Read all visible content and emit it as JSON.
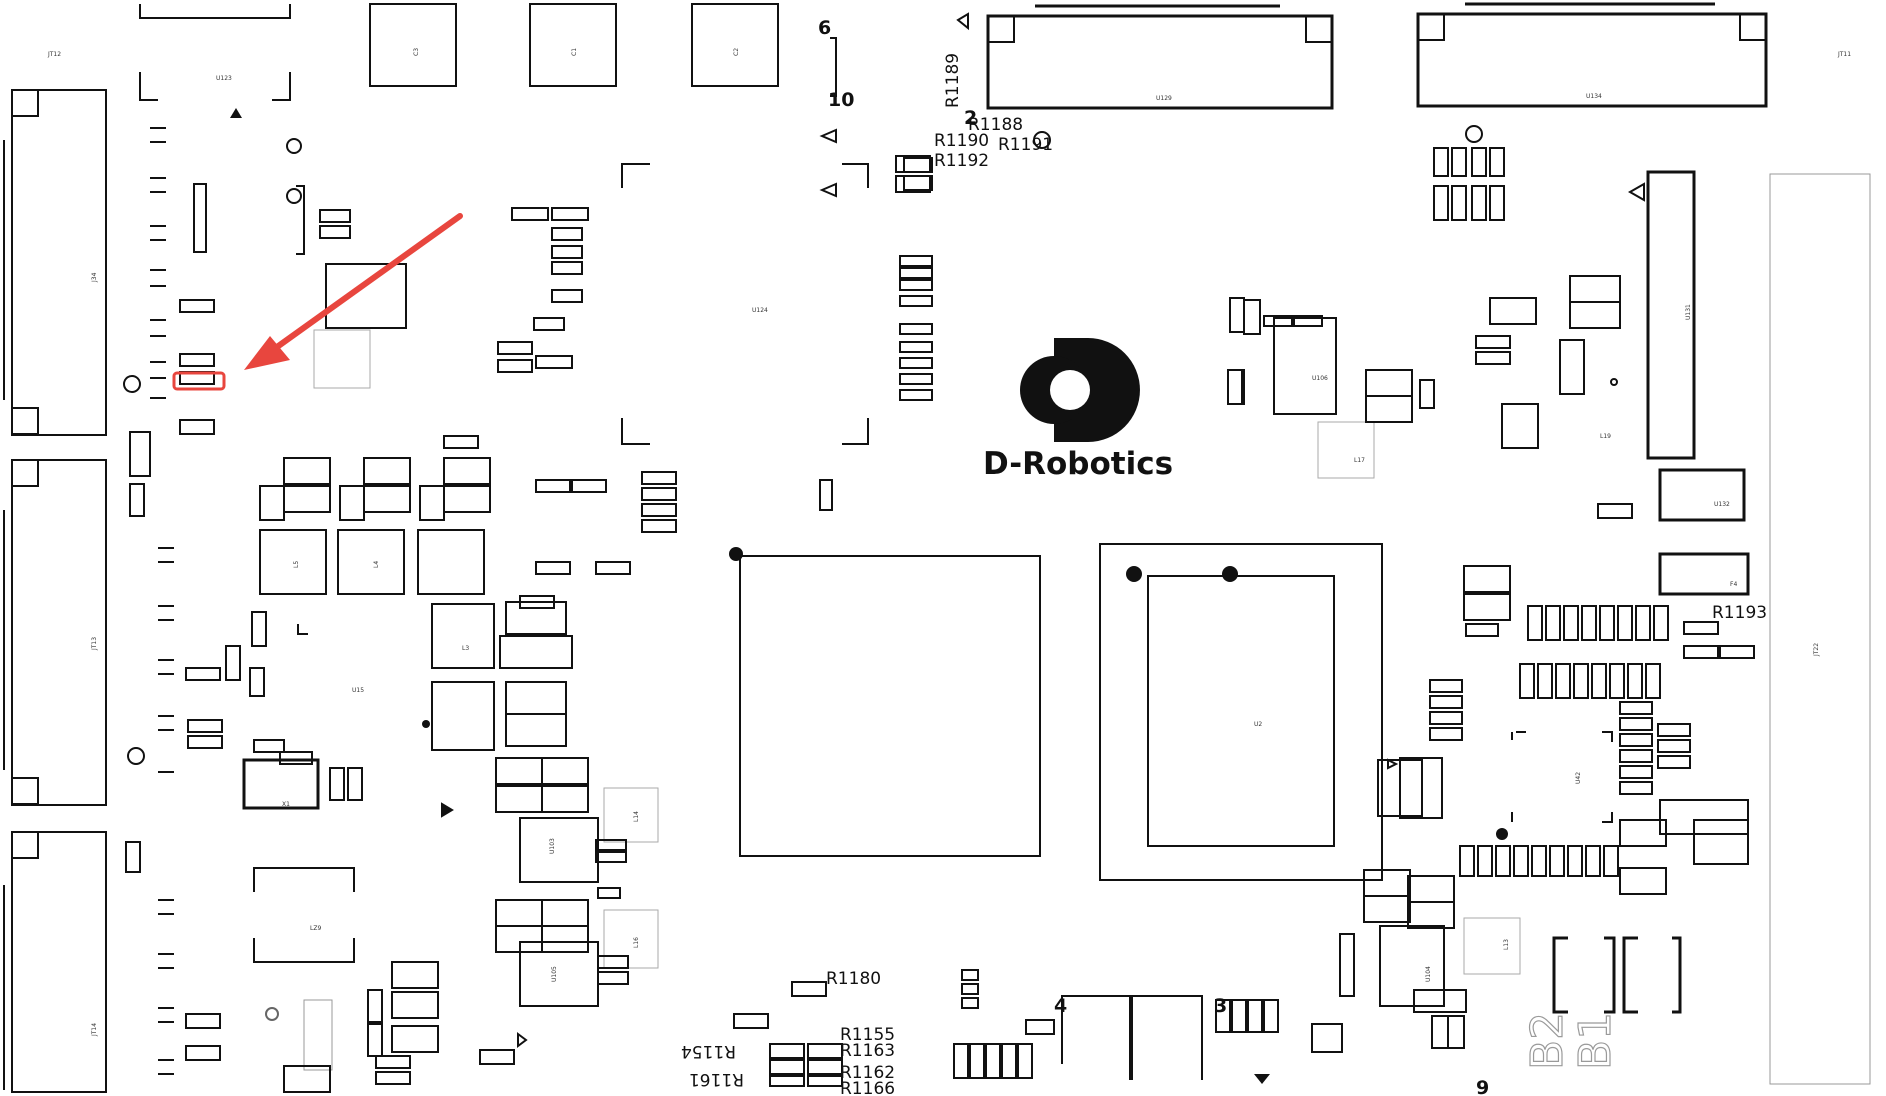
{
  "board": {
    "brand_name": "D-Robotics",
    "large_labels": [
      "R1188",
      "R1190",
      "R1191",
      "R1192",
      "R1189",
      "R1193",
      "R1180",
      "R1155",
      "R1163",
      "R1162",
      "R1166",
      "R1154",
      "R1161"
    ],
    "pin_numbers": [
      "6",
      "10",
      "2",
      "4",
      "3",
      "9"
    ],
    "silkscreen_partial": [
      "B1",
      "B2"
    ],
    "small_refdes": [
      "JT12",
      "U123",
      "C3",
      "C1",
      "C2",
      "U129",
      "U134",
      "JT11",
      "J34",
      "JT13",
      "JT14",
      "U124",
      "U15",
      "L3",
      "L4",
      "L5",
      "U2",
      "U106",
      "L17",
      "U131",
      "U132",
      "U42",
      "U103",
      "U105",
      "U104",
      "LZ9",
      "X1",
      "F4",
      "L19",
      "L13",
      "L14",
      "L16",
      "JT22"
    ]
  },
  "annotation": {
    "arrow_color": "#e8463e",
    "highlight_color": "#e8463e"
  },
  "colors": {
    "ink": "#111111",
    "background": "#ffffff",
    "accent": "#e8463e"
  }
}
